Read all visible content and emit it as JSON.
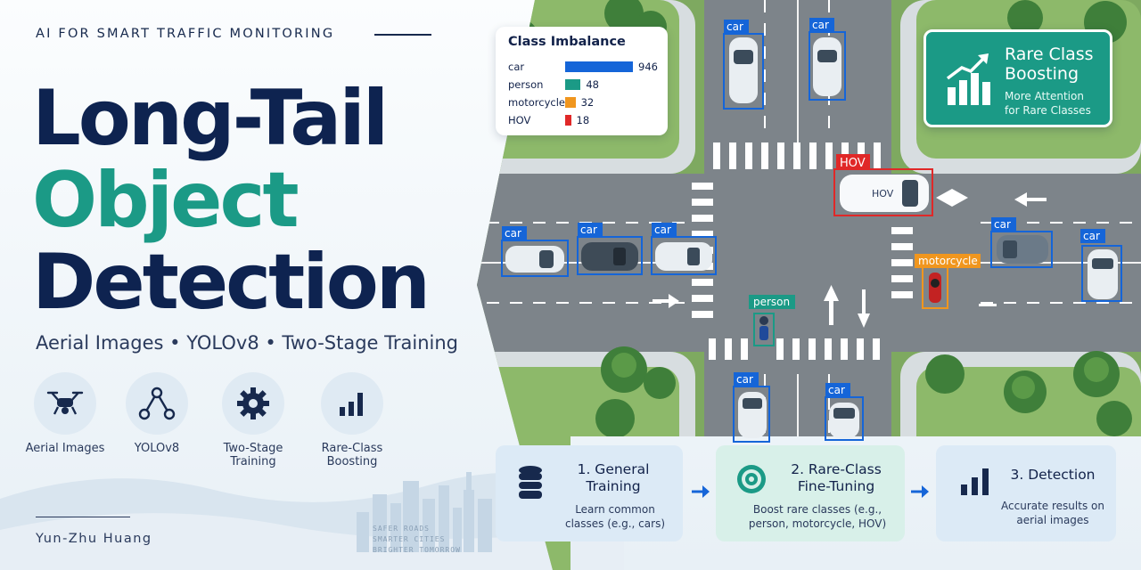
{
  "header": {
    "kicker": "AI FOR SMART TRAFFIC MONITORING",
    "title_line1": "Long-Tail",
    "title_line2": "Object",
    "title_line3": "Detection",
    "subtitle": "Aerial Images • YOLOv8 • Two-Stage Training"
  },
  "features": [
    {
      "label": "Aerial Images",
      "icon": "drone-icon"
    },
    {
      "label": "YOLOv8",
      "icon": "network-icon"
    },
    {
      "label": "Two-Stage Training",
      "icon": "gear-icon"
    },
    {
      "label": "Rare-Class Boosting",
      "icon": "bar-chart-icon"
    }
  ],
  "author": "Yun-Zhu Huang",
  "tagline": [
    "SAFER ROADS",
    "SMARTER CITIES",
    "BRIGHTER TOMORROW"
  ],
  "class_imbalance": {
    "title": "Class Imbalance",
    "rows": [
      {
        "name": "car",
        "count": 946,
        "color": "#1565d8"
      },
      {
        "name": "person",
        "count": 48,
        "color": "#1b9a86"
      },
      {
        "name": "motorcycle",
        "count": 32,
        "color": "#f0961e"
      },
      {
        "name": "HOV",
        "count": 18,
        "color": "#e02828"
      }
    ]
  },
  "boost_card": {
    "title": "Rare Class Boosting",
    "subtitle": "More Attention for Rare Classes",
    "icon": "trend-chart-icon"
  },
  "detections": {
    "car_label": "car",
    "person_label": "person",
    "motorcycle_label": "motorcycle",
    "hov_label": "HOV",
    "hov_vehicle_text": "HOV",
    "colors": {
      "car": "#1565d8",
      "person": "#1b9a86",
      "motorcycle": "#f0961e",
      "hov": "#e02828"
    }
  },
  "steps": [
    {
      "title": "1. General Training",
      "desc": "Learn common classes (e.g., cars)",
      "icon": "database-icon"
    },
    {
      "title": "2. Rare-Class Fine-Tuning",
      "desc": "Boost rare classes (e.g., person, motorcycle, HOV)",
      "icon": "target-icon"
    },
    {
      "title": "3. Detection",
      "desc": "Accurate results on aerial images",
      "icon": "bar-chart-icon"
    }
  ]
}
